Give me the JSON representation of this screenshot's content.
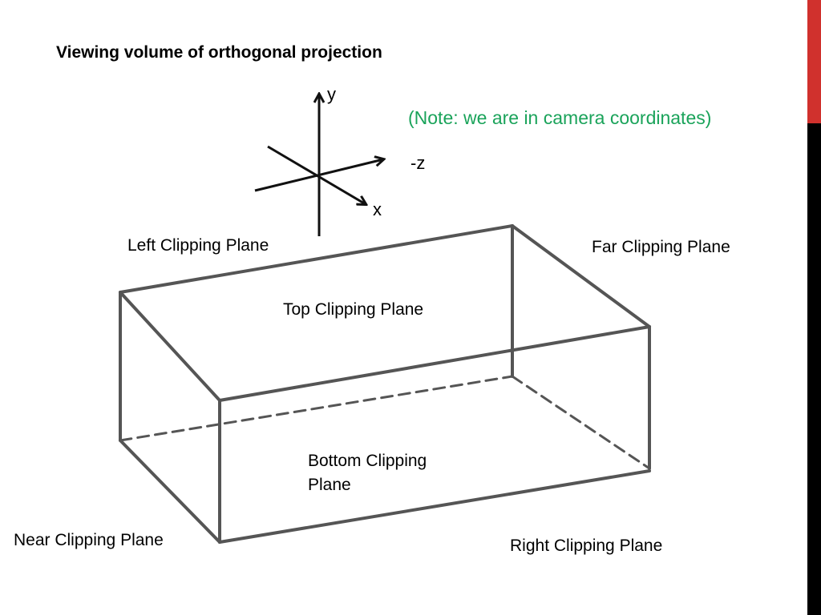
{
  "title": "Viewing volume of orthogonal projection",
  "note": "(Note: we are in camera coordinates)",
  "axes": {
    "y": "y",
    "neg_z": "-z",
    "x": "x"
  },
  "planes": {
    "left": "Left Clipping Plane",
    "far": "Far Clipping Plane",
    "top": "Top Clipping Plane",
    "bottom_line1": "Bottom Clipping",
    "bottom_line2": "Plane",
    "near": "Near Clipping Plane",
    "right": "Right Clipping Plane"
  },
  "colors": {
    "note": "#1aa35a",
    "box_edge": "#555555",
    "axis": "#111111",
    "accent_red": "#d0312d",
    "accent_black": "#000000"
  }
}
